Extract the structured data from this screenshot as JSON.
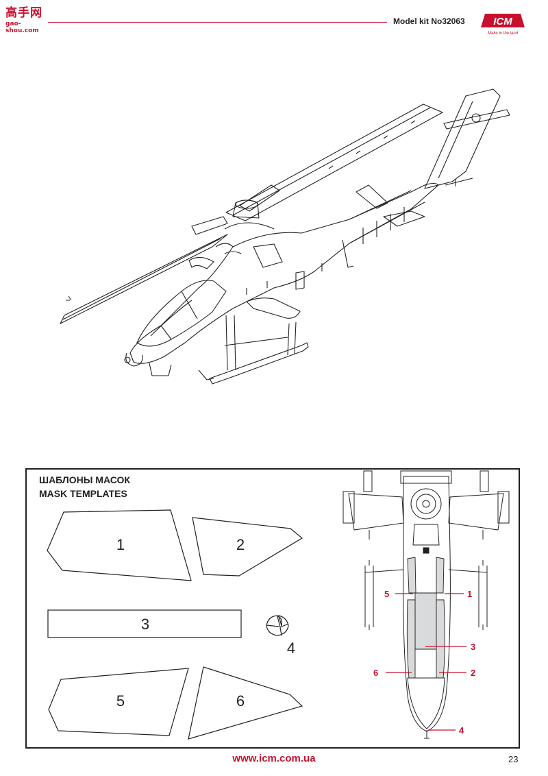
{
  "site_logo": {
    "line1": "高手网",
    "line2": "gao-shou.com"
  },
  "header": {
    "model_kit": "Model kit No32063",
    "brand": "ICM",
    "brand_slogan": "Make in the land",
    "accent_color": "#c8102e"
  },
  "mask_section": {
    "title_ru": "ШАБЛОНЫ МАСОК",
    "title_en": "MASK TEMPLATES",
    "templates": [
      "1",
      "2",
      "3",
      "4",
      "5",
      "6"
    ],
    "callouts": [
      "5",
      "1",
      "3",
      "6",
      "2",
      "4"
    ],
    "mask_fill": "#d9dadb"
  },
  "footer": {
    "url": "www.icm.com.ua",
    "page_number": "23"
  }
}
